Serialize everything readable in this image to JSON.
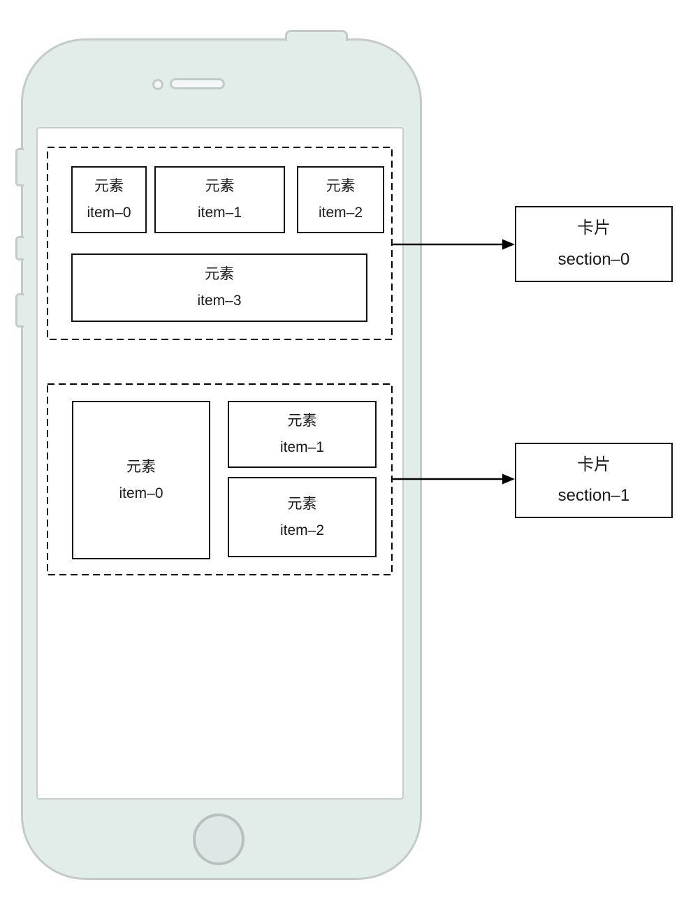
{
  "sections": [
    {
      "items": [
        {
          "line1": "元素",
          "line2": "item–0"
        },
        {
          "line1": "元素",
          "line2": "item–1"
        },
        {
          "line1": "元素",
          "line2": "item–2"
        },
        {
          "line1": "元素",
          "line2": "item–3"
        }
      ]
    },
    {
      "items": [
        {
          "line1": "元素",
          "line2": "item–0"
        },
        {
          "line1": "元素",
          "line2": "item–1"
        },
        {
          "line1": "元素",
          "line2": "item–2"
        }
      ]
    }
  ],
  "cards": [
    {
      "line1": "卡片",
      "line2": "section–0"
    },
    {
      "line1": "卡片",
      "line2": "section–1"
    }
  ],
  "colors": {
    "phone_fill": "#e2edea",
    "phone_border": "#c2cbc9",
    "screen_bg": "#ffffff",
    "screen_border": "#c6cfcd",
    "home_fill": "#dfe7e6",
    "home_border": "#b7c1bf",
    "box_border": "#111111",
    "connector": "#000000",
    "text": "#1a1a1a"
  }
}
